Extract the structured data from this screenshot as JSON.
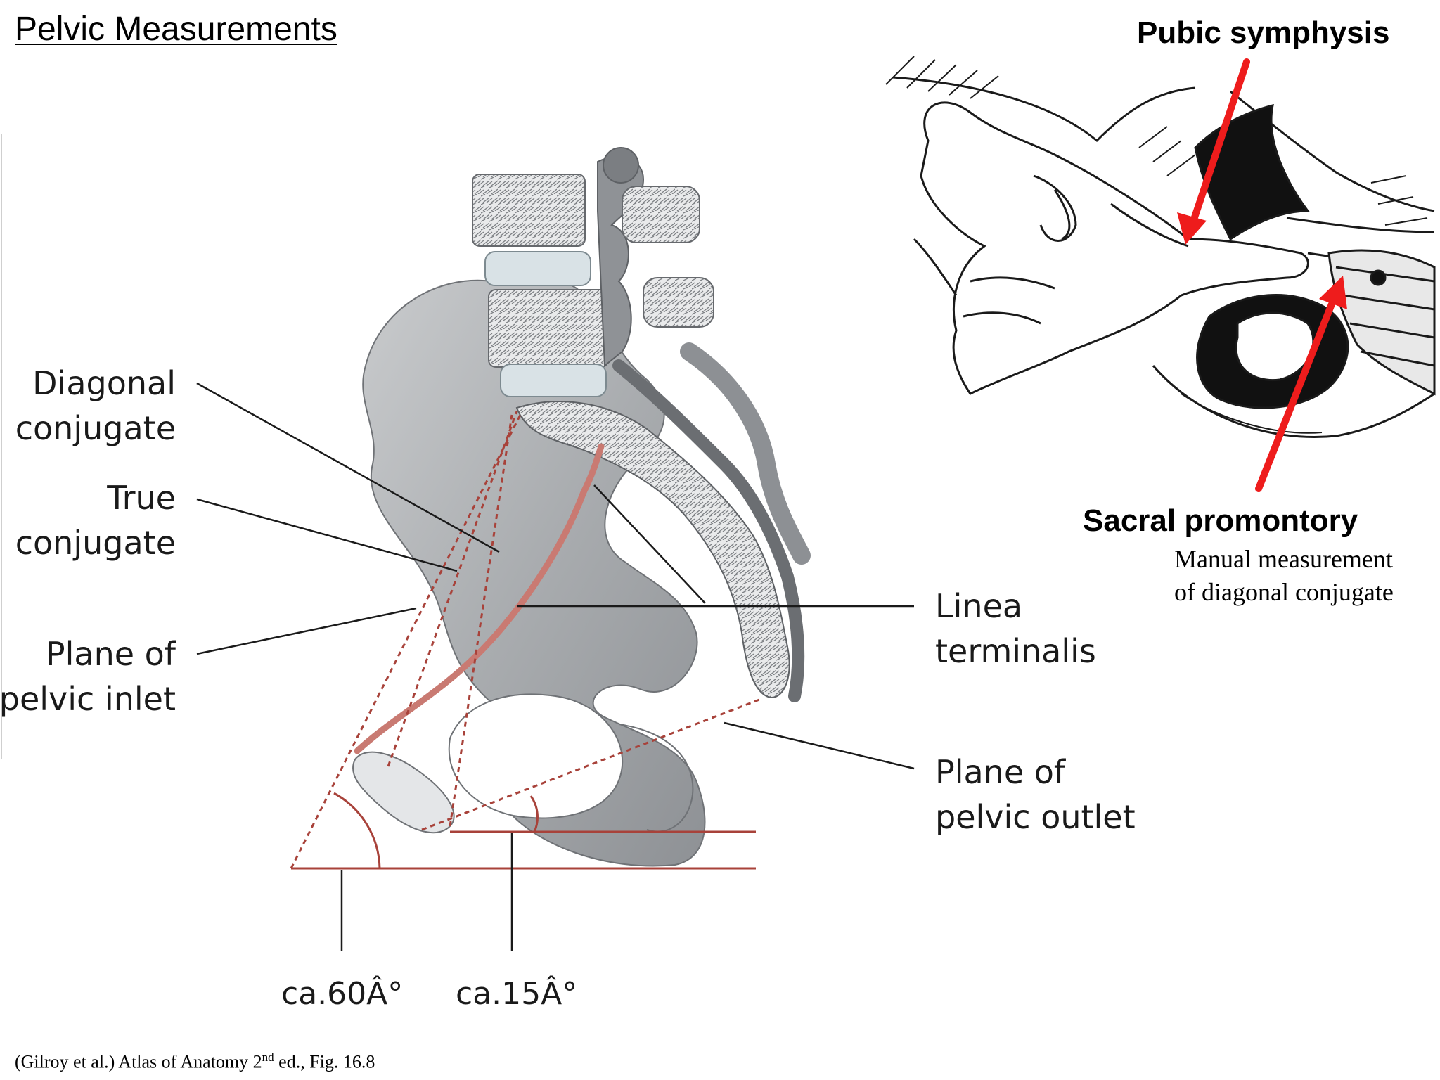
{
  "title": "Pelvic Measurements",
  "labels": {
    "diagonal_conjugate": [
      "Diagonal",
      "conjugate"
    ],
    "true_conjugate": [
      "True",
      "conjugate"
    ],
    "plane_pelvic_inlet": [
      "Plane of",
      "pelvic inlet"
    ],
    "linea_terminalis": [
      "Linea",
      "terminalis"
    ],
    "plane_pelvic_outlet": [
      "Plane of",
      "pelvic outlet"
    ]
  },
  "angles": {
    "inlet_angle": "ca.60Â°",
    "outlet_angle": "ca.15Â°"
  },
  "inset": {
    "pubic_symphysis": "Pubic symphysis",
    "sacral_promontory": "Sacral promontory",
    "caption_line1": "Manual measurement",
    "caption_line2": "of diagonal conjugate"
  },
  "citation": {
    "before": "(Gilroy et al.) Atlas of Anatomy 2",
    "sup": "nd",
    "after": " ed., Fig. 16.8"
  },
  "colors": {
    "arrow": "#ee1c1c",
    "plane_lines": "#a8423a",
    "linea_terminalis": "#c97a72",
    "bone": "#a8abae"
  }
}
